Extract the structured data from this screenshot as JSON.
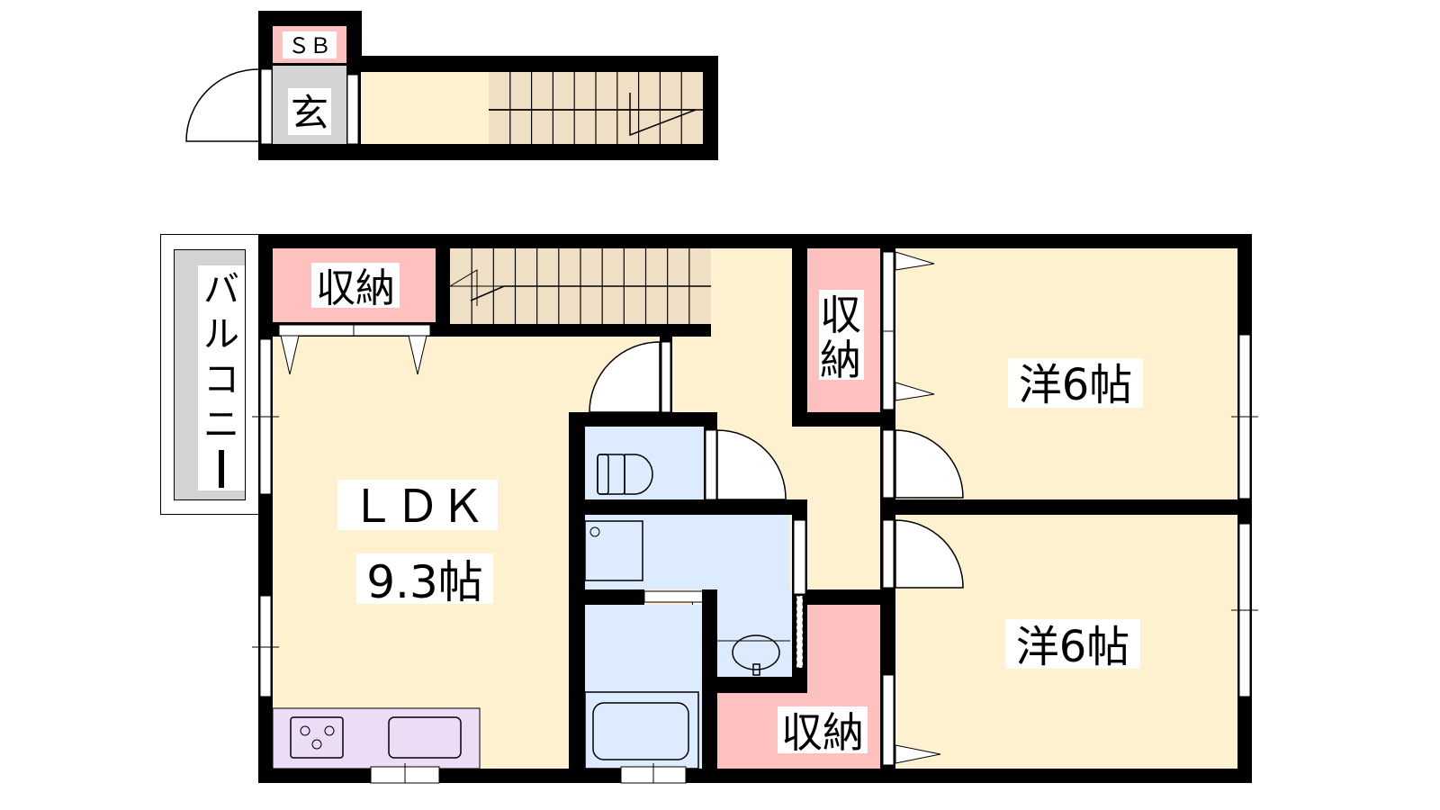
{
  "colors": {
    "wall": "#000000",
    "living": "#fdf1d0",
    "storage": "#ffc0c0",
    "wet": "#dcebfd",
    "entry": "#d3d3d3",
    "stairs": "#efdfc4",
    "kitchen": "#ecdcf5",
    "balcony": "#d3d3d3"
  },
  "labels": {
    "shoe_box": "ＳＢ",
    "entrance": "玄",
    "storage_ldk": "収納",
    "storage_closet_v1": "収",
    "storage_closet_v2": "納",
    "storage_bottom": "収納",
    "room1": "洋6帖",
    "room2": "洋6帖",
    "ldk": "ＬＤＫ",
    "ldk_size": "9.3帖",
    "balcony": [
      "バ",
      "ル",
      "コ",
      "ニ",
      "ー"
    ]
  }
}
